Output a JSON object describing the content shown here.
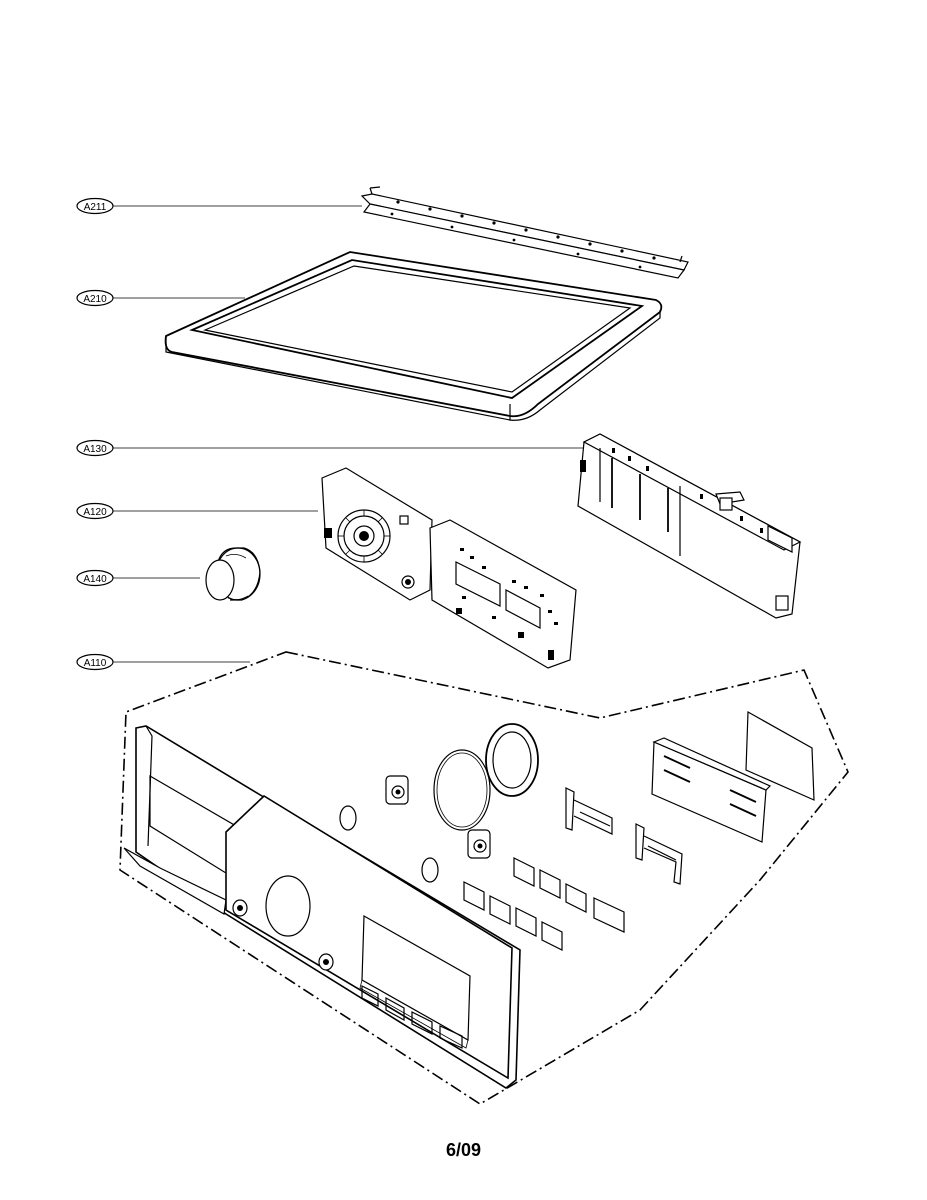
{
  "callouts": [
    {
      "id": "A211",
      "label": "A211"
    },
    {
      "id": "A210",
      "label": "A210"
    },
    {
      "id": "A130",
      "label": "A130"
    },
    {
      "id": "A120",
      "label": "A120"
    },
    {
      "id": "A140",
      "label": "A140"
    },
    {
      "id": "A110",
      "label": "A110"
    }
  ],
  "page": {
    "number": "6/09"
  }
}
